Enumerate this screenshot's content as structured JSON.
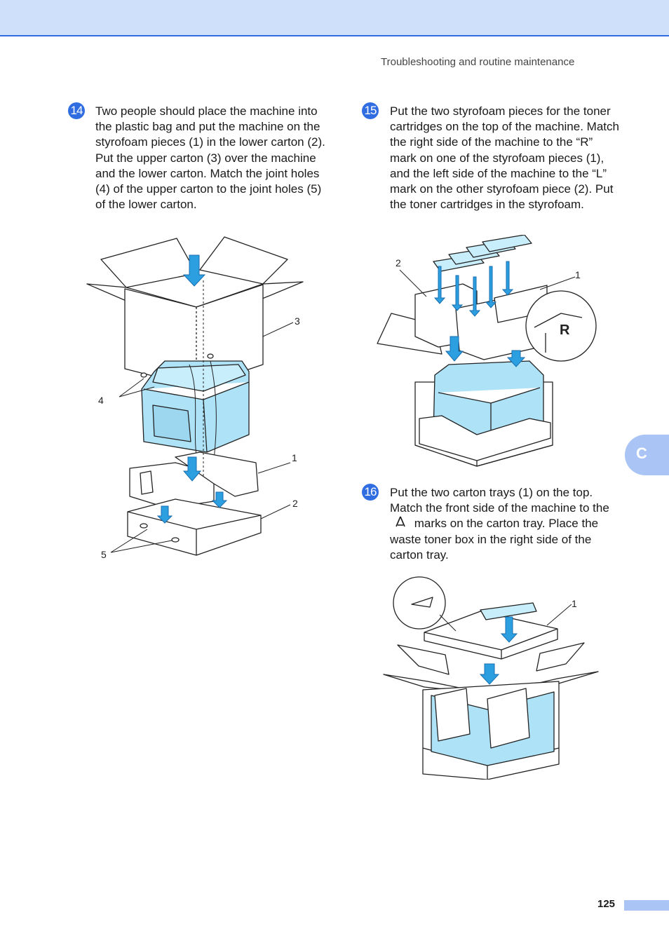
{
  "header": {
    "running_title": "Troubleshooting and routine maintenance"
  },
  "steps": [
    {
      "number": "14",
      "text": "Two people should place the machine into the plastic bag and put the machine on the styrofoam pieces (1) in the lower carton (2). Put the upper carton (3) over the machine and the lower carton. Match the joint holes (4) of the upper carton to the joint holes (5) of the lower carton."
    },
    {
      "number": "15",
      "text": "Put the two styrofoam pieces for the toner cartridges on the top of the machine. Match the right side of the machine to the “R” mark on one of the styrofoam pieces (1), and the left side of the machine to the “L” mark on the other styrofoam piece (2). Put the toner cartridges in the styrofoam."
    },
    {
      "number": "16",
      "text_before": "Put the two carton trays (1) on the top. Match the front side of the machine to the",
      "text_after": "marks on the carton tray. Place the waste toner box in the right side of the carton tray."
    }
  ],
  "figures": {
    "fig14": {
      "callouts": [
        "3",
        "4",
        "1",
        "2",
        "5"
      ]
    },
    "fig15": {
      "callouts": [
        "2",
        "1"
      ],
      "mark": "R"
    },
    "fig16": {
      "callouts": [
        "1"
      ]
    }
  },
  "side_tab": {
    "letter": "C"
  },
  "footer": {
    "page_number": "125"
  },
  "colors": {
    "accent_blue": "#2f6de1",
    "header_band": "#cfe0fb",
    "tab_blue": "#a9c4f5",
    "machine_fill": "#aee2f7",
    "arrow_blue": "#2b9fe0"
  }
}
